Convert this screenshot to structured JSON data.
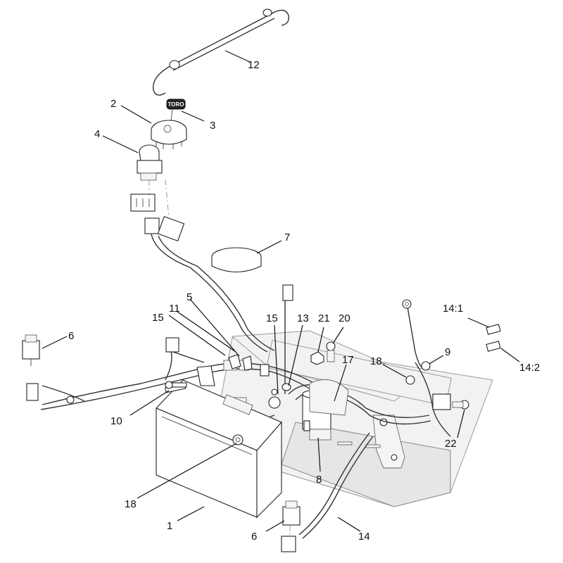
{
  "diagram": {
    "key_logo": "TORO",
    "callouts": {
      "c1": "1",
      "c2": "2",
      "c3": "3",
      "c4": "4",
      "c5": "5",
      "c6a": "6",
      "c6b": "6",
      "c7": "7",
      "c8": "8",
      "c9": "9",
      "c10": "10",
      "c11": "11",
      "c12": "12",
      "c13": "13",
      "c14": "14",
      "c14_1": "14:1",
      "c14_2": "14:2",
      "c15a": "15",
      "c15b": "15",
      "c17": "17",
      "c18a": "18",
      "c18b": "18",
      "c20": "20",
      "c21": "21",
      "c22": "22"
    }
  }
}
